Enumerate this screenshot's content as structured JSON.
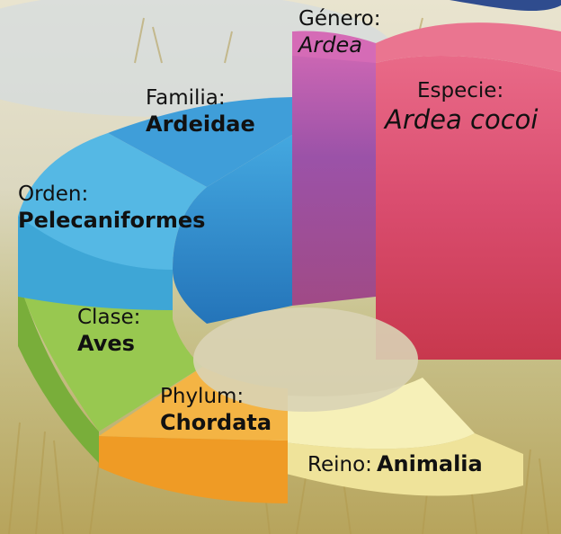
{
  "taxonomy": {
    "reino": {
      "label": "Reino:",
      "value": "Animalia"
    },
    "phylum": {
      "label": "Phylum:",
      "value": "Chordata"
    },
    "clase": {
      "label": "Clase:",
      "value": "Aves"
    },
    "orden": {
      "label": "Orden:",
      "value": "Pelecaniformes"
    },
    "familia": {
      "label": "Familia:",
      "value": "Ardeidae"
    },
    "genero": {
      "label": "Género:",
      "value": "Ardea"
    },
    "especie": {
      "label": "Especie:",
      "value": "Ardea cocoi"
    }
  },
  "colors": {
    "reino": "#f6eea8",
    "phylum": "#f2a936",
    "clase": "#8dc04a",
    "orden": "#3aa7d9",
    "familia": "#2f86c8",
    "genero": "#b35aa6",
    "especie": "#d9506e"
  }
}
